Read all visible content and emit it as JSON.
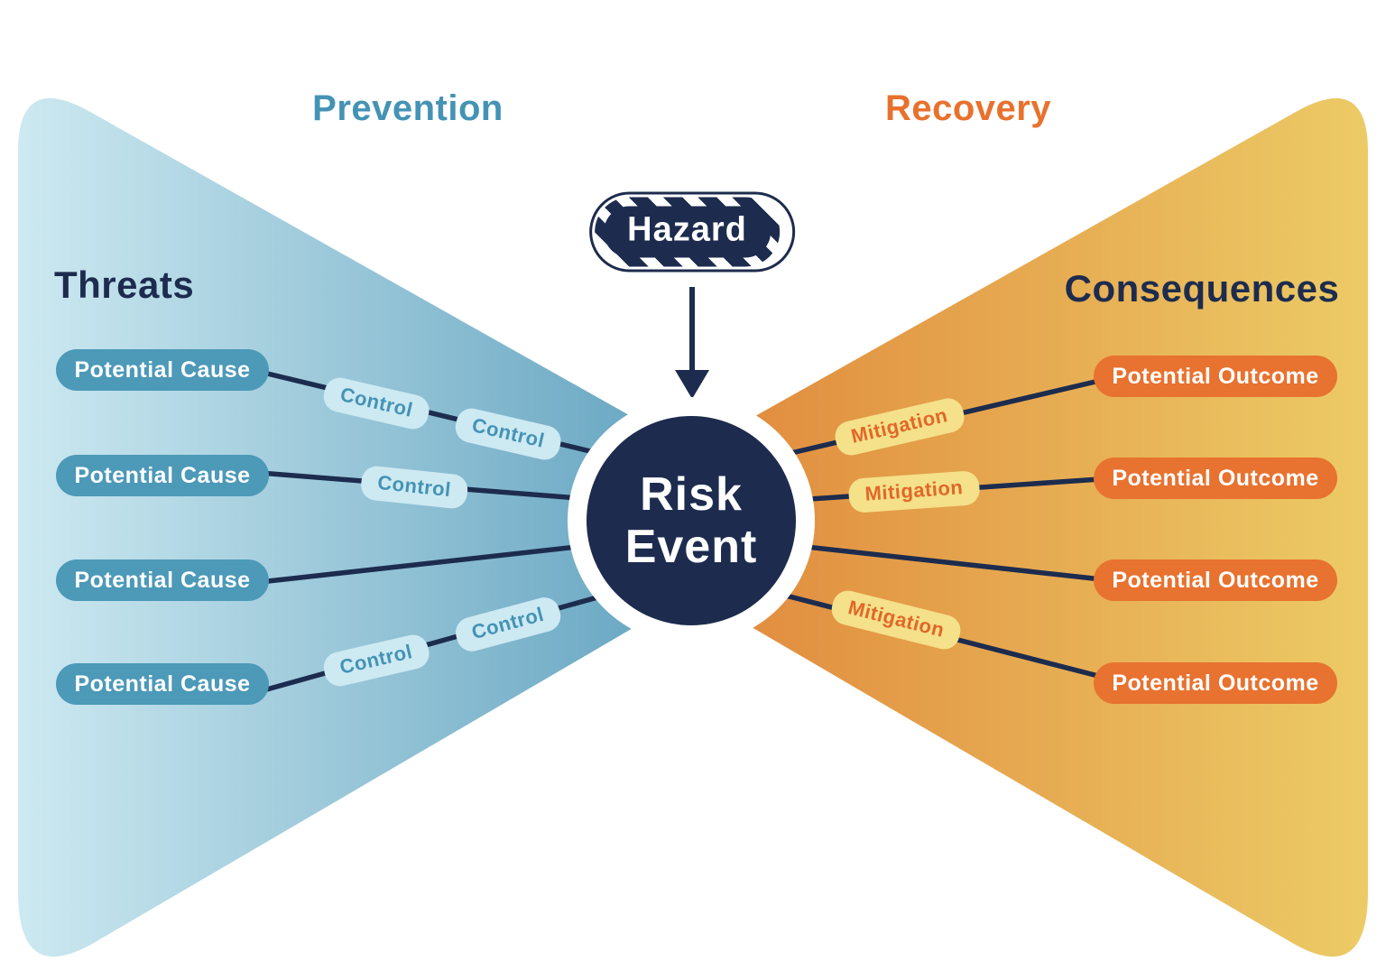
{
  "headings": {
    "prevention": "Prevention",
    "recovery": "Recovery",
    "threats": "Threats",
    "consequences": "Consequences"
  },
  "hazard": {
    "label": "Hazard"
  },
  "risk_event": {
    "label_line1": "Risk",
    "label_line2": "Event"
  },
  "left": {
    "causes": [
      {
        "label": "Potential Cause"
      },
      {
        "label": "Potential Cause"
      },
      {
        "label": "Potential Cause"
      },
      {
        "label": "Potential Cause"
      }
    ],
    "controls": [
      {
        "label": "Control"
      },
      {
        "label": "Control"
      },
      {
        "label": "Control"
      },
      {
        "label": "Control"
      },
      {
        "label": "Control"
      }
    ]
  },
  "right": {
    "outcomes": [
      {
        "label": "Potential Outcome"
      },
      {
        "label": "Potential Outcome"
      },
      {
        "label": "Potential Outcome"
      },
      {
        "label": "Potential Outcome"
      }
    ],
    "mitigations": [
      {
        "label": "Mitigation"
      },
      {
        "label": "Mitigation"
      },
      {
        "label": "Mitigation"
      }
    ]
  },
  "colors": {
    "navy": "#1d2c4e",
    "prevention_text": "#4493b4",
    "recovery_text": "#e8722d",
    "left_wedge_light": "#cde9f1",
    "left_wedge_dark": "#4f96b6",
    "cause_pill": "#4c99b8",
    "control_bg": "#cde9f2",
    "control_text": "#4493b5",
    "right_wedge_orange": "#de7c34",
    "right_wedge_gold": "#eccb66",
    "outcome_pill": "#e8722f",
    "mitigation_bg": "#f4e189",
    "mitigation_text": "#e2672a"
  }
}
